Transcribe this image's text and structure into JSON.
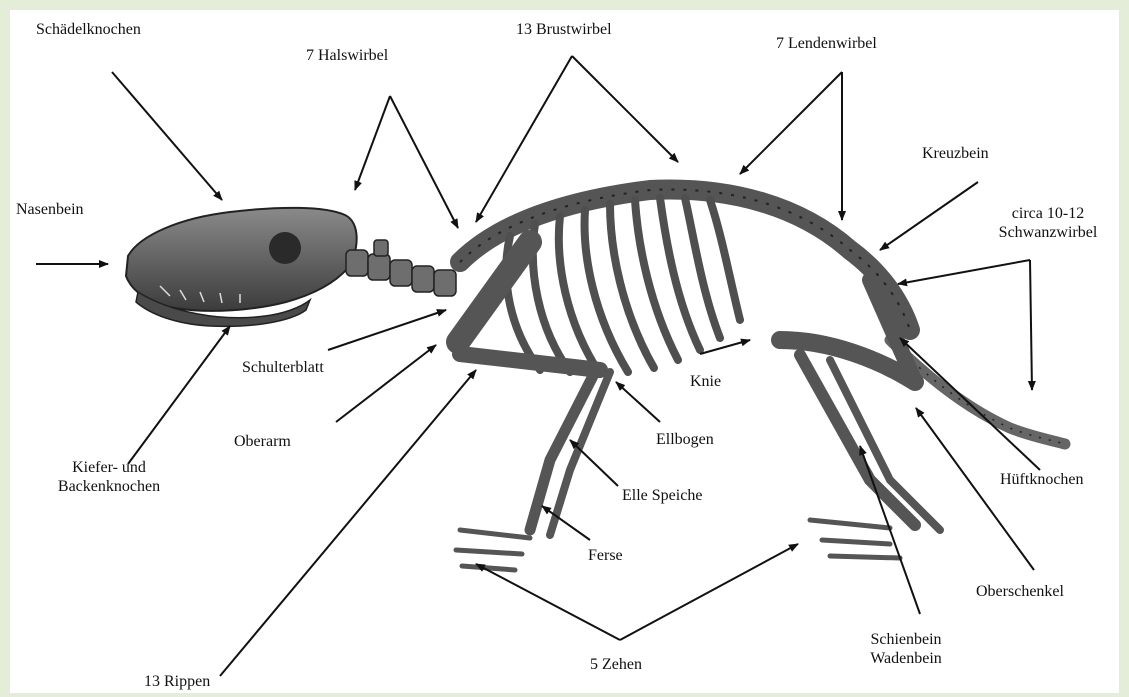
{
  "labels": {
    "schaedelknochen": "Schädelknochen",
    "halswirbel": "7 Halswirbel",
    "brustwirbel": "13 Brustwirbel",
    "lendenwirbel": "7 Lendenwirbel",
    "kreuzbein": "Kreuzbein",
    "schwanzwirbel_1": "circa 10-12",
    "schwanzwirbel_2": "Schwanzwirbel",
    "nasenbein": "Nasenbein",
    "schulterblatt": "Schulterblatt",
    "oberarm": "Oberarm",
    "kiefer_1": "Kiefer- und",
    "kiefer_2": "Backenknochen",
    "knie": "Knie",
    "ellbogen": "Ellbogen",
    "elle_speiche": "Elle Speiche",
    "ferse": "Ferse",
    "rippen": "13 Rippen",
    "zehen": "5 Zehen",
    "schienbein": "Schienbein",
    "wadenbein": "Wadenbein",
    "hueftknochen": "Hüftknochen",
    "oberschenkel": "Oberschenkel"
  }
}
